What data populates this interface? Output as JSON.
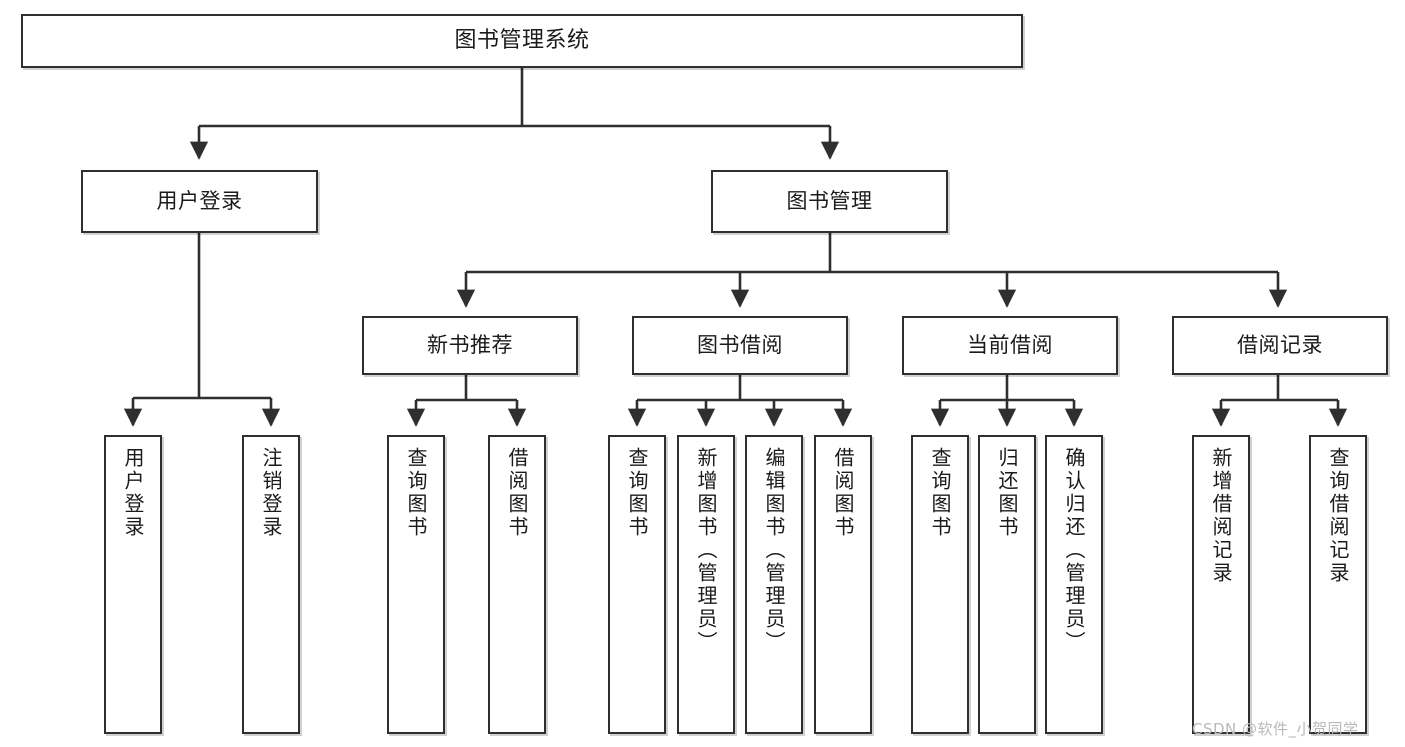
{
  "diagram": {
    "type": "tree-hierarchy-chart",
    "title": "图书管理系统",
    "watermark": "CSDN @软件_小贺同学",
    "colors": {
      "box_border": "#2f2f2f",
      "box_fill": "#ffffff",
      "edge": "#2f2f2f",
      "text": "#1b1b1b",
      "watermark": "#b9b9b9"
    },
    "levels": {
      "level1": [
        {
          "id": "root",
          "label": "图书管理系统",
          "orientation": "horizontal"
        }
      ],
      "level2": [
        {
          "id": "user-login",
          "label": "用户登录",
          "orientation": "horizontal"
        },
        {
          "id": "book-manage",
          "label": "图书管理",
          "orientation": "horizontal"
        }
      ],
      "level3": [
        {
          "id": "new-book-recommend",
          "label": "新书推荐",
          "orientation": "horizontal"
        },
        {
          "id": "book-borrow",
          "label": "图书借阅",
          "orientation": "horizontal"
        },
        {
          "id": "current-borrow",
          "label": "当前借阅",
          "orientation": "horizontal"
        },
        {
          "id": "borrow-record",
          "label": "借阅记录",
          "orientation": "horizontal"
        }
      ],
      "level4": [
        {
          "id": "leaf-user-login",
          "label": "用户登录",
          "parent": "user-login",
          "orientation": "vertical"
        },
        {
          "id": "leaf-logout-login",
          "label": "注销登录",
          "parent": "user-login",
          "orientation": "vertical"
        },
        {
          "id": "leaf-query-book-1",
          "label": "查询图书",
          "parent": "new-book-recommend",
          "orientation": "vertical"
        },
        {
          "id": "leaf-borrow-book-1",
          "label": "借阅图书",
          "parent": "new-book-recommend",
          "orientation": "vertical"
        },
        {
          "id": "leaf-query-book-2",
          "label": "查询图书",
          "parent": "book-borrow",
          "orientation": "vertical"
        },
        {
          "id": "leaf-add-book",
          "label": "新增图书（管理员）",
          "parent": "book-borrow",
          "orientation": "vertical"
        },
        {
          "id": "leaf-edit-book",
          "label": "编辑图书（管理员）",
          "parent": "book-borrow",
          "orientation": "vertical"
        },
        {
          "id": "leaf-borrow-book-2",
          "label": "借阅图书",
          "parent": "book-borrow",
          "orientation": "vertical"
        },
        {
          "id": "leaf-query-book-3",
          "label": "查询图书",
          "parent": "current-borrow",
          "orientation": "vertical"
        },
        {
          "id": "leaf-return-book",
          "label": "归还图书",
          "parent": "current-borrow",
          "orientation": "vertical"
        },
        {
          "id": "leaf-confirm-return",
          "label": "确认归还（管理员）",
          "parent": "current-borrow",
          "orientation": "vertical"
        },
        {
          "id": "leaf-add-record",
          "label": "新增借阅记录",
          "parent": "borrow-record",
          "orientation": "vertical"
        },
        {
          "id": "leaf-query-record",
          "label": "查询借阅记录",
          "parent": "borrow-record",
          "orientation": "vertical"
        }
      ]
    }
  }
}
